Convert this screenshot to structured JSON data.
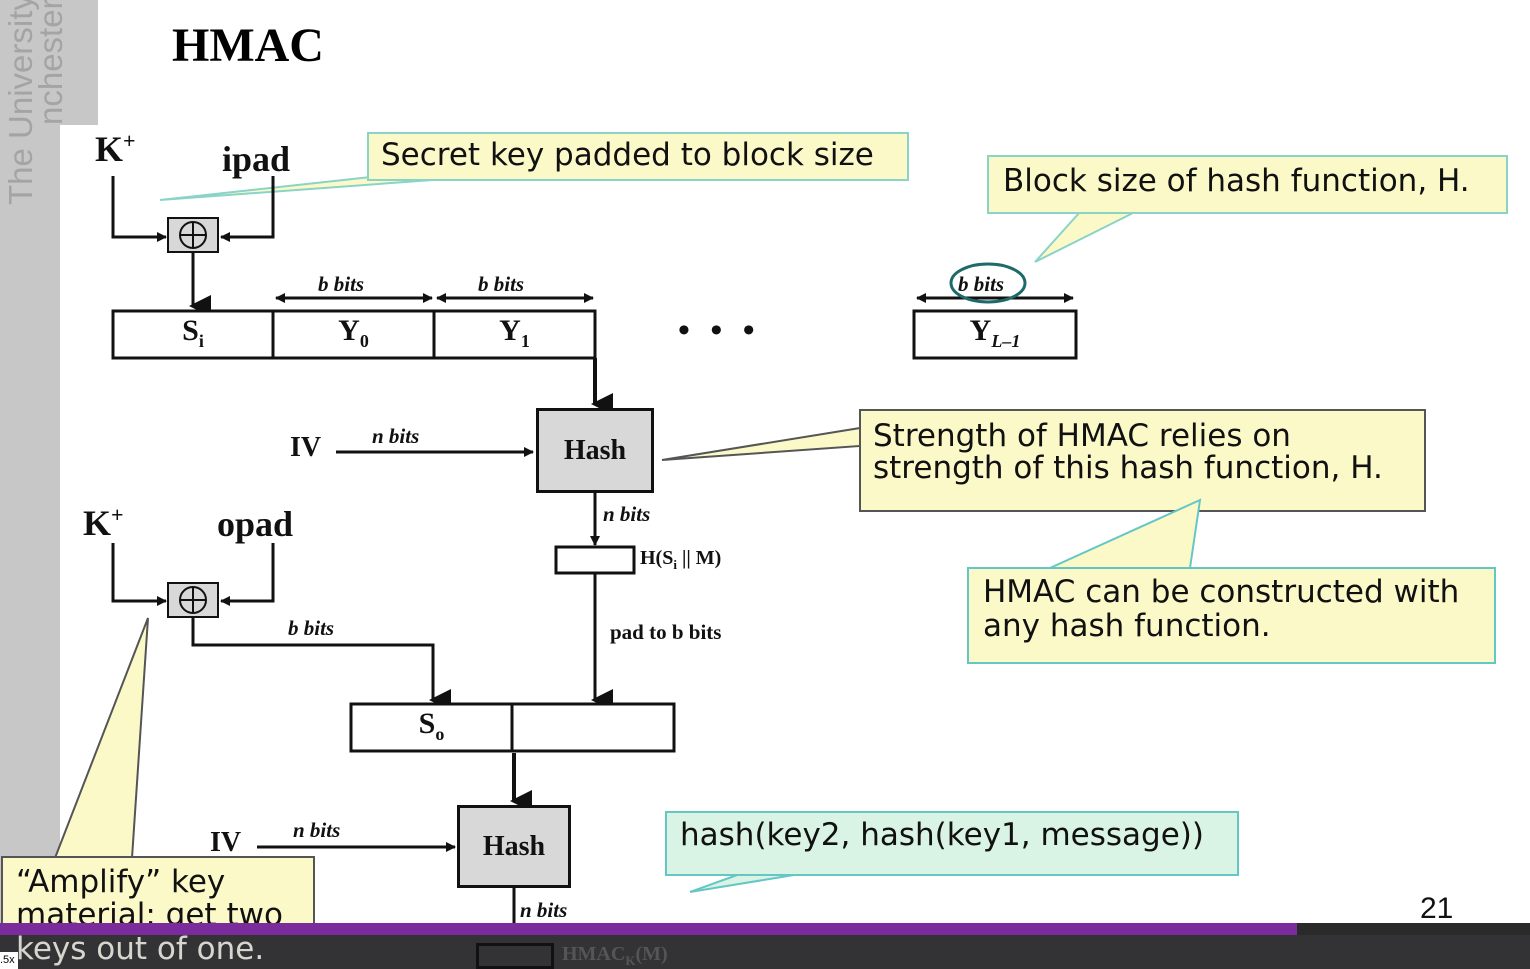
{
  "slide": {
    "title": "HMAC",
    "university_watermark": "The University",
    "university_watermark_line2": "nchester",
    "page_number": "21"
  },
  "diagram": {
    "k_plus_top": "K",
    "k_plus_sup": "+",
    "ipad": "ipad",
    "opad": "opad",
    "k_plus_bottom": "K",
    "b_bits": "b bits",
    "n_bits": "n bits",
    "iv": "IV",
    "si": "S",
    "si_sub": "i",
    "y0": "Y",
    "y0_sub": "0",
    "y1": "Y",
    "y1_sub": "1",
    "ylm1": "Y",
    "ylm1_sub": "L–1",
    "ellipsis": "•  •  •",
    "hash": "Hash",
    "h_si_m": "H(S",
    "h_si_m_sub": "i",
    "h_si_m_rest": " || M)",
    "pad_to_b": "pad to b bits",
    "so": "S",
    "so_sub": "o",
    "hmac_out": "HMAC",
    "hmac_out_sub": "K",
    "hmac_out_rest": "(M)"
  },
  "callouts": {
    "secret_key": "Secret key padded to block size",
    "block_size": "Block size of hash function, H.",
    "strength_line1": "Strength of HMAC relies on",
    "strength_line2": "strength of this hash function, H.",
    "any_hash_line1": "HMAC can be constructed with",
    "any_hash_line2": "any hash function.",
    "formula": "hash(key2, hash(key1, message))",
    "amplify_line1": "“Amplify” key",
    "amplify_line2": "material: get two",
    "amplify_line3": "keys out of one."
  },
  "player": {
    "speed": ".5x",
    "progress_fraction": 0.848
  },
  "colors": {
    "callout_fill": "#fcf9c9",
    "callout_green_fill": "#d9f4e4",
    "callout_teal_border": "#64c7c6",
    "progress": "#7b2b9b",
    "circle": "#1e6a6a"
  }
}
